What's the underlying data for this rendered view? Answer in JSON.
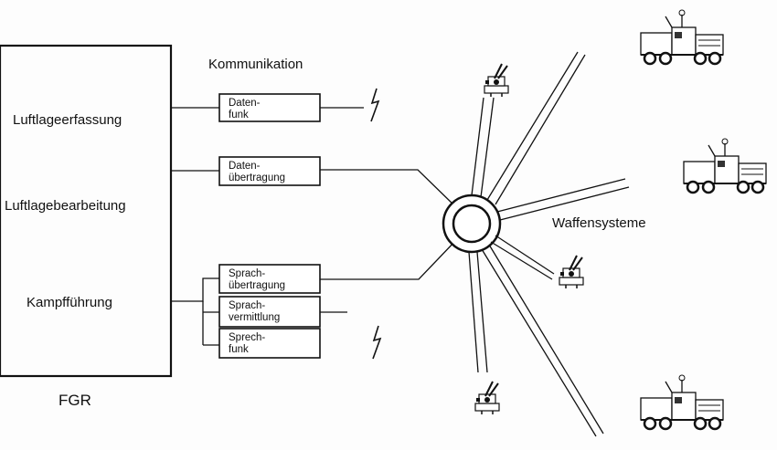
{
  "fgr_block": {
    "title": "FGR",
    "functions": [
      "Luftlageerfassung",
      "Luftlagebearbeitung",
      "Kampfführung"
    ]
  },
  "communication": {
    "heading": "Kommunikation",
    "boxes": [
      {
        "line1": "Daten-",
        "line2": "funk"
      },
      {
        "line1": "Daten-",
        "line2": "übertragung"
      },
      {
        "line1": "Sprach-",
        "line2": "übertragung"
      },
      {
        "line1": "Sprach-",
        "line2": "vermittlung"
      },
      {
        "line1": "Sprech-",
        "line2": "funk"
      }
    ]
  },
  "weapons": {
    "label": "Waffensysteme",
    "icons": [
      "anti-aircraft-gun-icon",
      "anti-aircraft-gun-icon",
      "anti-aircraft-gun-icon",
      "radar-truck-icon",
      "radar-truck-icon",
      "radar-truck-icon"
    ]
  },
  "symbols": [
    "radio-lightning-icon",
    "radio-lightning-icon",
    "network-hub-icon"
  ]
}
